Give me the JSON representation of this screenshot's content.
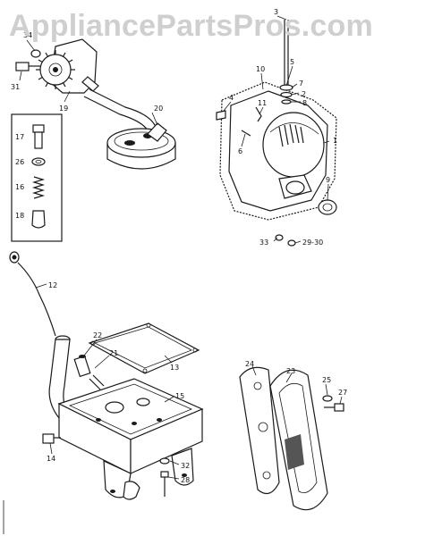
{
  "watermark": "AppliancePartsPros.com",
  "part_labels": {
    "p1": "1",
    "p2": "2",
    "p3": "3",
    "p4": "4",
    "p5": "5",
    "p6": "6",
    "p7": "7",
    "p8": "8",
    "p9": "9",
    "p10": "10",
    "p11": "11",
    "p12": "12",
    "p13": "13",
    "p14": "14",
    "p15": "15",
    "p16": "16",
    "p17": "17",
    "p18": "18",
    "p19": "19",
    "p20": "20",
    "p21": "21",
    "p22": "22",
    "p23": "23",
    "p24": "24",
    "p25": "25",
    "p26": "26",
    "p27": "27",
    "p28": "28",
    "p29_30": "29-30",
    "p31": "31",
    "p32": "32",
    "p33": "33",
    "p34": "34"
  }
}
